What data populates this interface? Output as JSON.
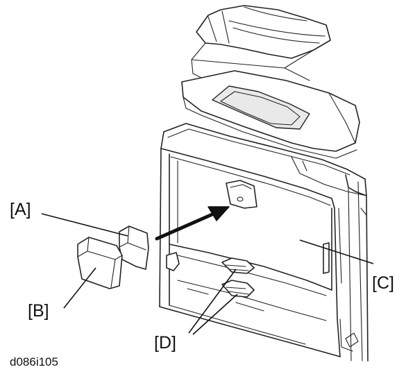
{
  "callouts": {
    "a": "[A]",
    "b": "[B]",
    "c": "[C]",
    "d": "[D]"
  },
  "figure_id": "d086i105"
}
